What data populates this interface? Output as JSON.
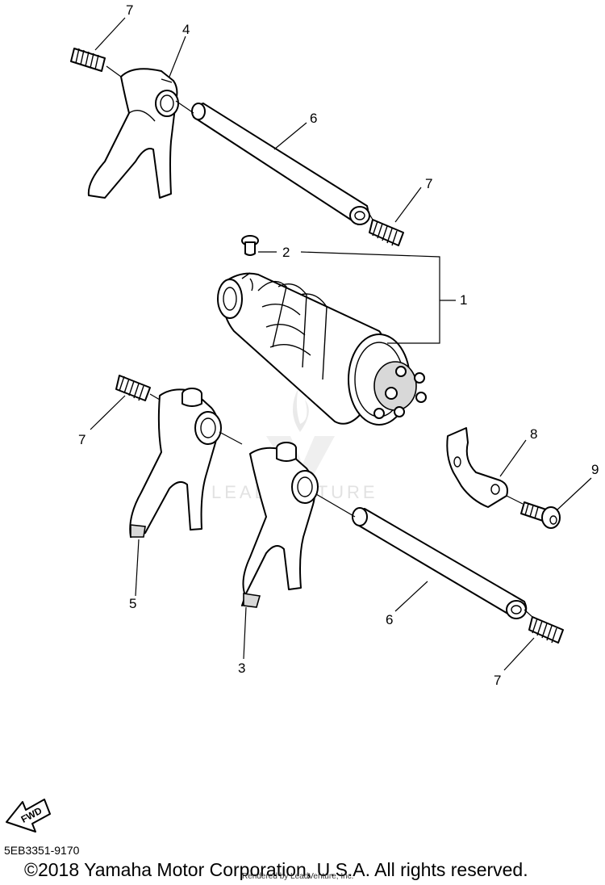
{
  "diagram": {
    "callouts": [
      "1",
      "2",
      "3",
      "4",
      "5",
      "6",
      "6",
      "7",
      "7",
      "7",
      "7",
      "8",
      "9"
    ],
    "fwd_arrow_label": "FWD",
    "part_code": "5EB3351-9170",
    "copyright": "©2018 Yamaha Motor Corporation, U.S.A. All rights reserved.",
    "rendered_by": "Rendered by LeadVenture, Inc.",
    "watermark": "LEADVENTURE"
  }
}
